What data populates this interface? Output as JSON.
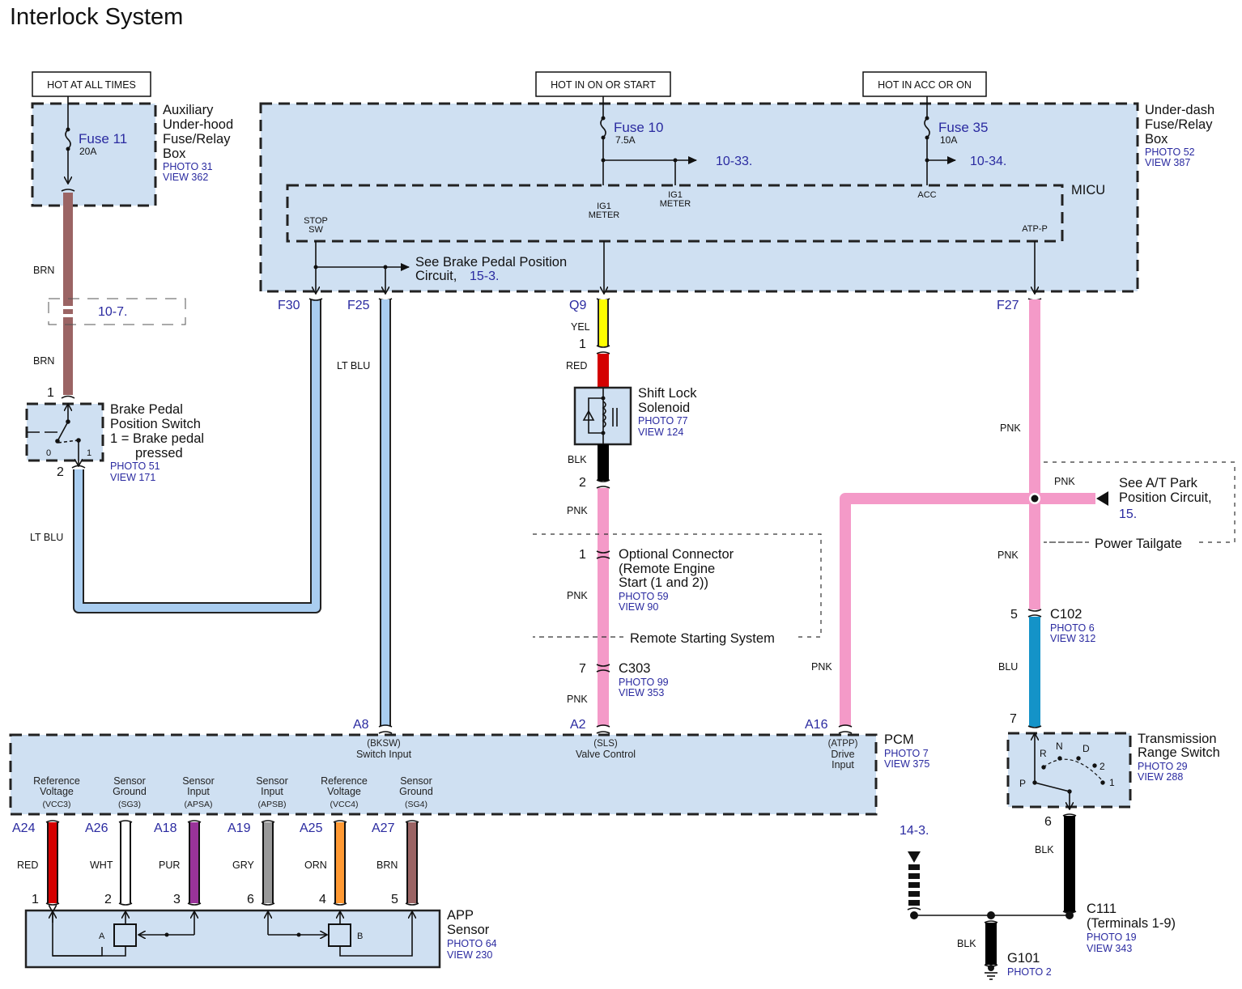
{
  "title": "Interlock System",
  "hot_labels": {
    "always": "HOT AT ALL TIMES",
    "on_start": "HOT IN ON OR START",
    "acc_on": "HOT IN ACC OR ON"
  },
  "aux_box": {
    "name_lines": [
      "Auxiliary",
      "Under-hood",
      "Fuse/Relay",
      "Box"
    ],
    "photo": "PHOTO 31",
    "view": "VIEW 362",
    "fuse": "Fuse 11",
    "amps": "20A"
  },
  "underdash_box": {
    "name_lines": [
      "Under-dash",
      "Fuse/Relay",
      "Box"
    ],
    "photo": "PHOTO 52",
    "view": "VIEW 387",
    "fuse10": "Fuse 10",
    "fuse10_amps": "7.5A",
    "fuse35": "Fuse 35",
    "fuse35_amps": "10A",
    "ref_10_33": "10-33.",
    "ref_10_34": "10-34.",
    "micu": "MICU",
    "micu_pins": {
      "stop_sw": [
        "STOP",
        "SW"
      ],
      "ig1_meter_a": [
        "IG1",
        "METER"
      ],
      "ig1_meter_b": [
        "IG1",
        "METER"
      ],
      "acc": "ACC",
      "atp_p": "ATP-P"
    },
    "see_brake": [
      "See Brake Pedal Position",
      "Circuit,"
    ],
    "see_brake_ref": "15-3."
  },
  "connectors": {
    "f30": "F30",
    "f25": "F25",
    "q9": "Q9",
    "f27": "F27",
    "a8": "A8",
    "a2": "A2",
    "a16": "A16",
    "a24": "A24",
    "a26": "A26",
    "a18": "A18",
    "a19": "A19",
    "a25": "A25",
    "a27": "A27"
  },
  "wires": {
    "brn_top": "BRN",
    "brn_bottom": "BRN",
    "ref_10_7": "10-7.",
    "lt_blu_left": "LT BLU",
    "lt_blu_f25": "LT BLU",
    "yel": "YEL",
    "red": "RED",
    "blk_sol": "BLK",
    "pnk_1": "PNK",
    "pnk_2": "PNK",
    "pnk_3": "PNK",
    "pnk_a16": "PNK",
    "pnk_f27_top": "PNK",
    "pnk_branch": "PNK",
    "pnk_f27_bottom": "PNK",
    "blu": "BLU",
    "blk_trs": "BLK",
    "blk_g101": "BLK",
    "app": [
      "RED",
      "WHT",
      "PUR",
      "GRY",
      "ORN",
      "BRN"
    ]
  },
  "wire_colors": {
    "brn": "#9b6464",
    "lt_blu": "#a9cdf0",
    "yel": "#ffff00",
    "red": "#d40000",
    "blk": "#000000",
    "pnk": "#f49ac8",
    "blu": "#1493c8",
    "wht": "#ffffff",
    "pur": "#993399",
    "gry": "#999999",
    "orn": "#ff9933"
  },
  "brake_switch": {
    "name_lines": [
      "Brake Pedal",
      "Position Switch",
      "1 = Brake pedal",
      "pressed"
    ],
    "photo": "PHOTO 51",
    "view": "VIEW 171",
    "pin_top": "1",
    "pin_bottom": "2",
    "pos0": "0",
    "pos1": "1"
  },
  "solenoid": {
    "name_lines": [
      "Shift Lock",
      "Solenoid"
    ],
    "photo": "PHOTO 77",
    "view": "VIEW 124",
    "pin_top": "1",
    "pin_bottom": "2"
  },
  "optional_connector": {
    "name_lines": [
      "Optional Connector",
      "(Remote Engine",
      "Start (1 and 2))"
    ],
    "photo": "PHOTO 59",
    "view": "VIEW 90",
    "pin": "1",
    "group_label": "Remote Starting System"
  },
  "c303": {
    "name": "C303",
    "photo": "PHOTO 99",
    "view": "VIEW 353",
    "pin": "7"
  },
  "c102": {
    "name": "C102",
    "photo": "PHOTO 6",
    "view": "VIEW 312",
    "pin_top": "5",
    "pin_bottom": "7"
  },
  "tailgate": {
    "text_lines": [
      "See A/T Park",
      "Position Circuit,"
    ],
    "ref": "15.",
    "group_label": "Power Tailgate"
  },
  "pcm": {
    "name": "PCM",
    "photo": "PHOTO 7",
    "view": "VIEW 375",
    "a8_label": [
      "(BKSW)",
      "Switch Input"
    ],
    "a2_label": [
      "(SLS)",
      "Valve Control"
    ],
    "a16_label": [
      "(ATPP)",
      "Drive",
      "Input"
    ],
    "bottom_labels": [
      [
        "Reference",
        "Voltage",
        "(VCC3)"
      ],
      [
        "Sensor",
        "Ground",
        "(SG3)"
      ],
      [
        "Sensor",
        "Input",
        "(APSA)"
      ],
      [
        "Sensor",
        "Input",
        "(APSB)"
      ],
      [
        "Reference",
        "Voltage",
        "(VCC4)"
      ],
      [
        "Sensor",
        "Ground",
        "(SG4)"
      ]
    ]
  },
  "app_sensor": {
    "name_lines": [
      "APP",
      "Sensor"
    ],
    "photo": "PHOTO 64",
    "view": "VIEW 230",
    "pins": [
      "1",
      "2",
      "3",
      "6",
      "4",
      "5"
    ],
    "element_a": "A",
    "element_b": "B"
  },
  "trs": {
    "name_lines": [
      "Transmission",
      "Range Switch"
    ],
    "photo": "PHOTO 29",
    "view": "VIEW 288",
    "positions": [
      "P",
      "R",
      "N",
      "D",
      "2",
      "1"
    ],
    "pin_bottom": "6"
  },
  "ground": {
    "ref": "14-3.",
    "c111": [
      "C111",
      "(Terminals 1-9)"
    ],
    "c111_photo": "PHOTO 19",
    "c111_view": "VIEW 343",
    "g101": "G101",
    "g101_photo": "PHOTO 2"
  }
}
